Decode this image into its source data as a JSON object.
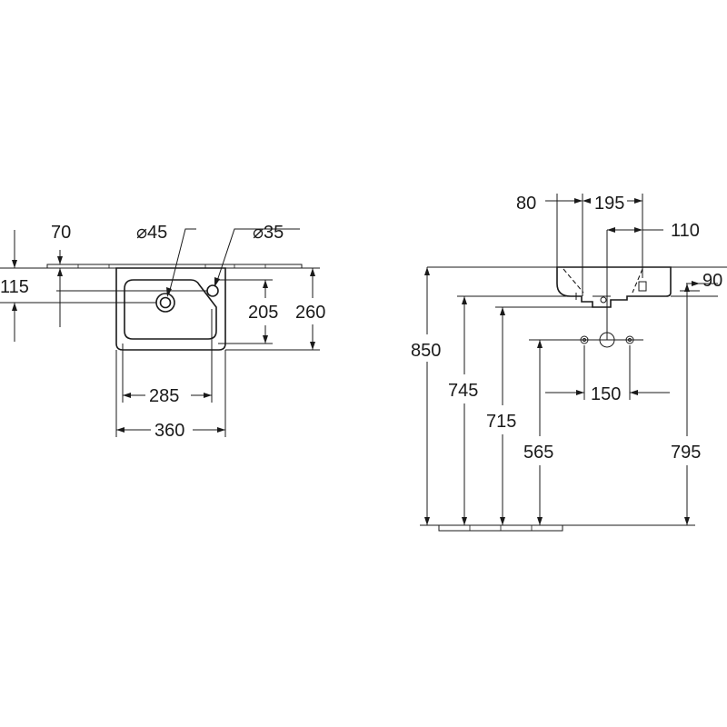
{
  "plan_view": {
    "dim_wall_strip": "70",
    "dim_tap_hole_offset": "115",
    "dim_waste_diameter": "⌀45",
    "dim_tap_diameter": "⌀35",
    "dim_basin_inner_depth": "205",
    "dim_basin_depth": "260",
    "dim_basin_inner_width": "285",
    "dim_basin_width": "360"
  },
  "side_view": {
    "dim_rim_to_tap": "80",
    "dim_tap_to_waste": "195",
    "dim_waste_to_wall": "110",
    "dim_rim_height": "90",
    "dim_overall_height": "850",
    "dim_underside_height": "745",
    "dim_waste_height": "715",
    "dim_fixing_height": "565",
    "dim_fixing_spacing": "150",
    "dim_siphon_height": "795"
  }
}
